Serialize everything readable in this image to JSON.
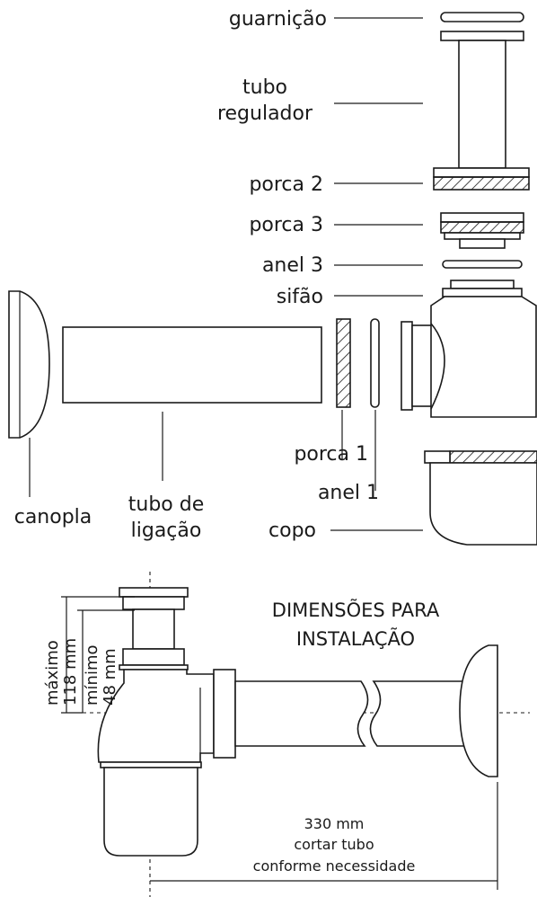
{
  "exploded_view": {
    "labels": {
      "guarnicao": "guarnição",
      "tubo_regulador_1": "tubo",
      "tubo_regulador_2": "regulador",
      "porca2": "porca 2",
      "porca3": "porca 3",
      "anel3": "anel 3",
      "sifao": "sifão",
      "porca1": "porca 1",
      "anel1": "anel 1",
      "canopla": "canopla",
      "tubo_ligacao_1": "tubo de",
      "tubo_ligacao_2": "ligação",
      "copo": "copo"
    }
  },
  "dimensions_view": {
    "title_line1": "DIMENSÕES PARA",
    "title_line2": "INSTALAÇÃO",
    "max_line1": "máximo",
    "max_line2": "118 mm",
    "min_line1": "mínimo",
    "min_line2": "48 mm",
    "length_line1": "330 mm",
    "length_line2": "cortar tubo",
    "length_line3": "conforme necessidade"
  },
  "colors": {
    "ink": "#1a1a1a",
    "background": "#ffffff"
  }
}
